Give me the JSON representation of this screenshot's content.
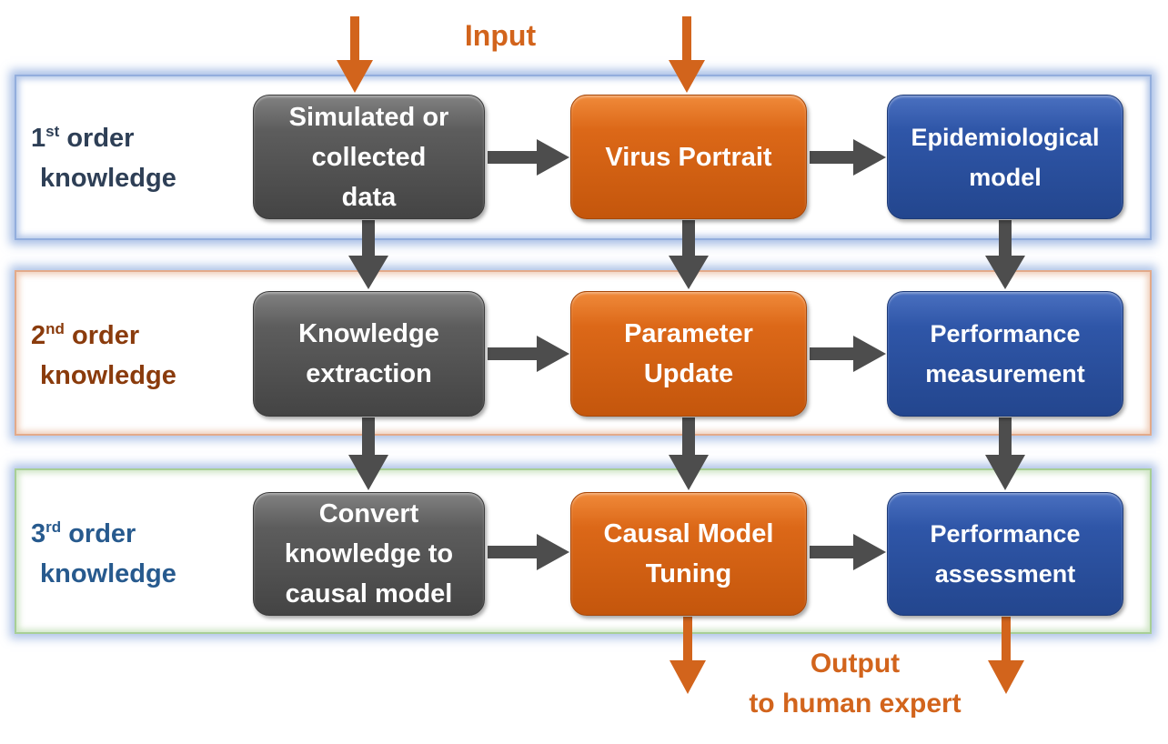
{
  "input_label": "Input",
  "output_label": {
    "line1": "Output",
    "line2": "to human expert"
  },
  "rows": [
    {
      "ordinal_number": "1",
      "ordinal_suffix": "st",
      "word": "order",
      "line2": "knowledge"
    },
    {
      "ordinal_number": "2",
      "ordinal_suffix": "nd",
      "word": "order",
      "line2": "knowledge"
    },
    {
      "ordinal_number": "3",
      "ordinal_suffix": "rd",
      "word": "order",
      "line2": "knowledge"
    }
  ],
  "boxes": {
    "row1": {
      "data": [
        "Simulated or",
        "collected",
        "data"
      ],
      "virus_portrait": [
        "Virus Portrait"
      ],
      "epi_model": [
        "Epidemiological",
        "model"
      ]
    },
    "row2": {
      "knowledge_extraction": [
        "Knowledge",
        "extraction"
      ],
      "parameter_update": [
        "Parameter",
        "Update"
      ],
      "performance_measurement": [
        "Performance",
        "measurement"
      ]
    },
    "row3": {
      "convert_knowledge": [
        "Convert",
        "knowledge to",
        "causal model"
      ],
      "causal_model_tuning": [
        "Causal Model",
        "Tuning"
      ],
      "performance_assessment": [
        "Performance",
        "assessment"
      ]
    }
  },
  "colors": {
    "orange_arrow": "#d2641c",
    "gray_arrow": "#4d4d4d",
    "gray_box": "#4f4f4f",
    "orange_box": "#d4600f",
    "blue_box": "#2b4f9c",
    "row1_label": "#2e3f56",
    "row2_label": "#8a3b0c",
    "row3_label": "#275a8e"
  }
}
